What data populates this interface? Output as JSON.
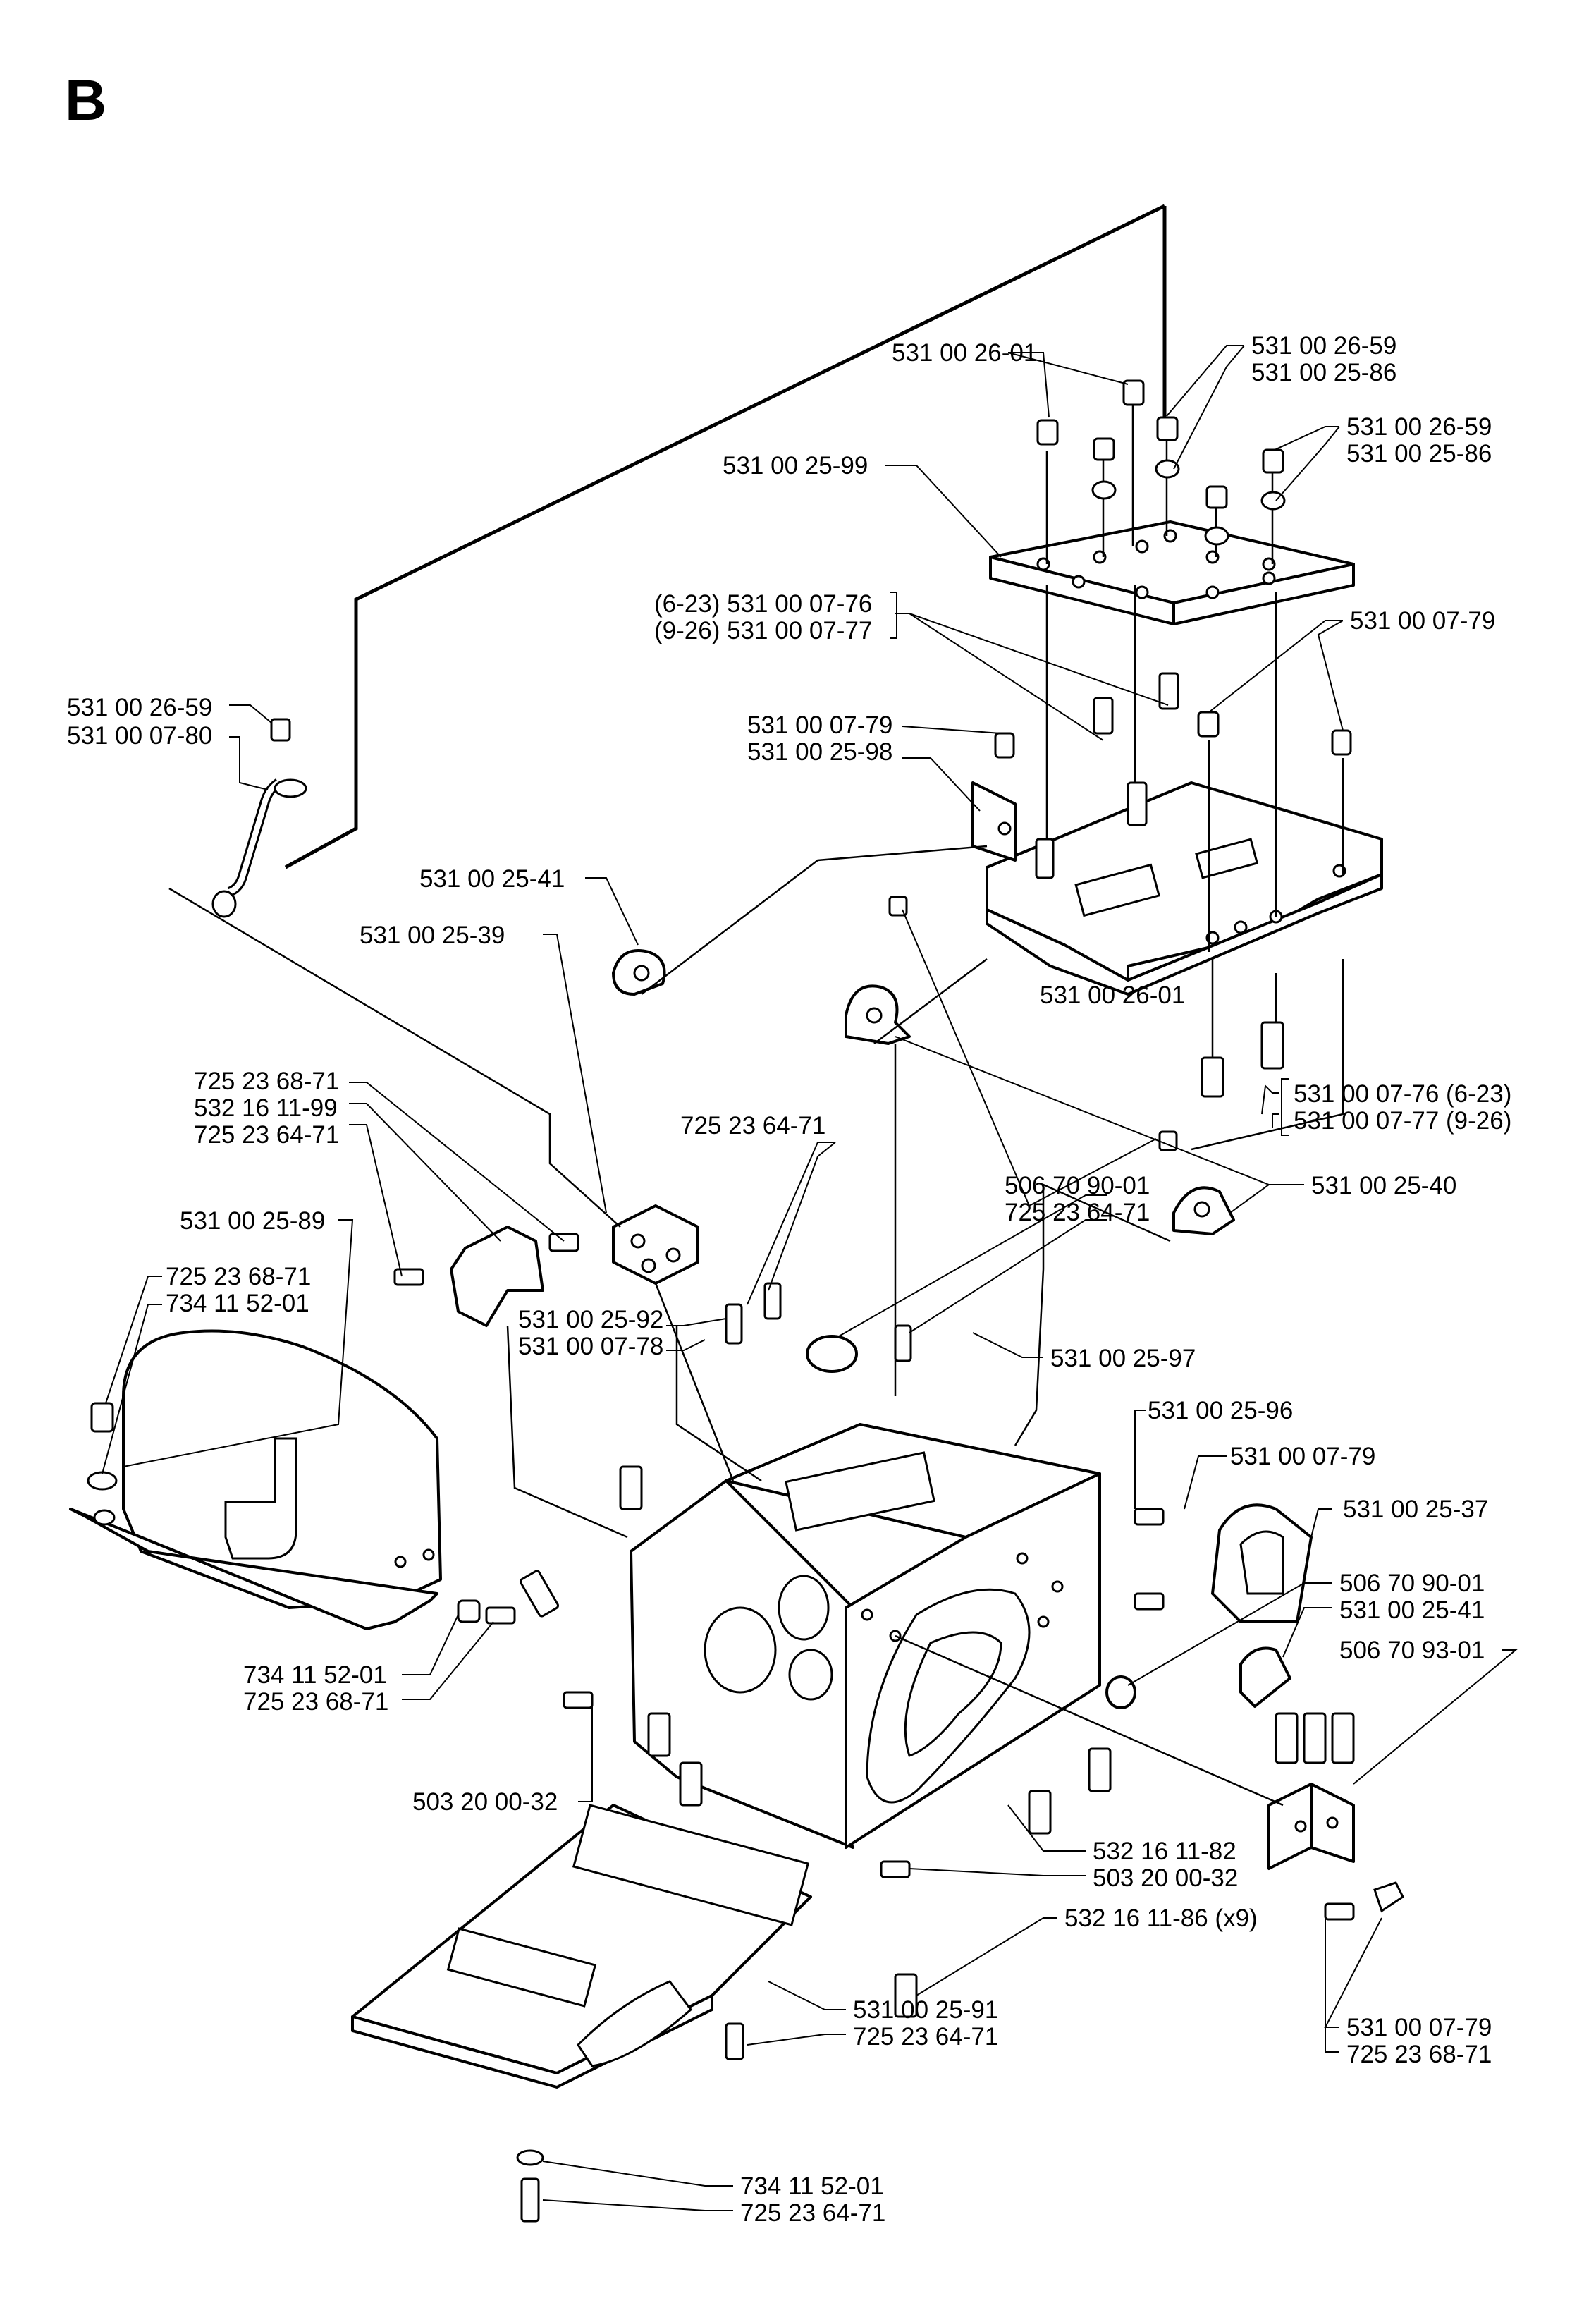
{
  "diagram": {
    "section_letter": "B",
    "labels": {
      "l01": "531 00 26-01",
      "l02": "531 00 26-59",
      "l03": "531 00 25-86",
      "l04": "531 00 26-59",
      "l05": "531 00 25-86",
      "l06": "531 00 25-99",
      "l07": "(6-23) 531 00 07-76",
      "l08": "(9-26) 531 00 07-77",
      "l09": "531 00 07-79",
      "l10": "531 00 26-59",
      "l11": "531 00 07-80",
      "l12": "531 00 07-79",
      "l13": "531 00 25-98",
      "l14": "531 00 25-41",
      "l15": "531 00 25-39",
      "l16": "531 00 26-01",
      "l17": "531 00 07-76 (6-23)",
      "l18": "531 00 07-77 (9-26)",
      "l19": "725 23 68-71",
      "l20": "532 16 11-99",
      "l21": "725 23 64-71",
      "l22": "725 23 64-71",
      "l23": "531 00 25-40",
      "l24": "506 70 90-01",
      "l25": "725 23 64-71",
      "l26": "531 00 25-89",
      "l27": "725 23 68-71",
      "l28": "734 11 52-01",
      "l29": "531 00 25-92",
      "l30": "531 00 07-78",
      "l31": "531 00 25-97",
      "l32": "531 00 25-96",
      "l33": "531 00 07-79",
      "l34": "531 00 25-37",
      "l35": "506 70 90-01",
      "l36": "531 00 25-41",
      "l37": "506 70 93-01",
      "l38": "734 11 52-01",
      "l39": "725 23 68-71",
      "l40": "503 20 00-32",
      "l41": "532 16 11-82",
      "l42": "503 20 00-32",
      "l43": "532 16 11-86 (x9)",
      "l44": "531 00 25-91",
      "l45": "725 23 64-71",
      "l46": "531 00 07-79",
      "l47": "725 23 68-71",
      "l48": "734 11 52-01",
      "l49": "725 23 64-71"
    }
  }
}
